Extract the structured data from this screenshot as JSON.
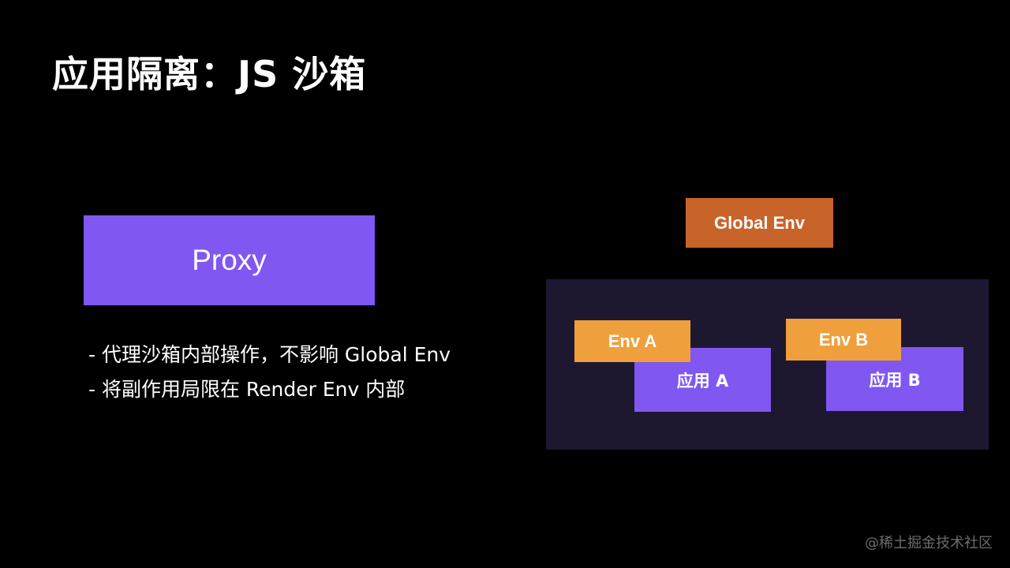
{
  "title": "应用隔离：JS 沙箱",
  "proxy": {
    "label": "Proxy"
  },
  "bullets": [
    "- 代理沙箱内部操作，不影响 Global Env",
    "- 将副作用局限在 Render Env 内部"
  ],
  "diagram": {
    "global_env": "Global Env",
    "env_a": "Env A",
    "env_b": "Env B",
    "app_a": "应用 A",
    "app_b": "应用 B"
  },
  "colors": {
    "background": "#000000",
    "purple": "#8057f1",
    "orange_dark": "#c8632a",
    "orange_light": "#efa03c",
    "container": "#1d1830"
  },
  "watermark": "@稀土掘金技术社区"
}
